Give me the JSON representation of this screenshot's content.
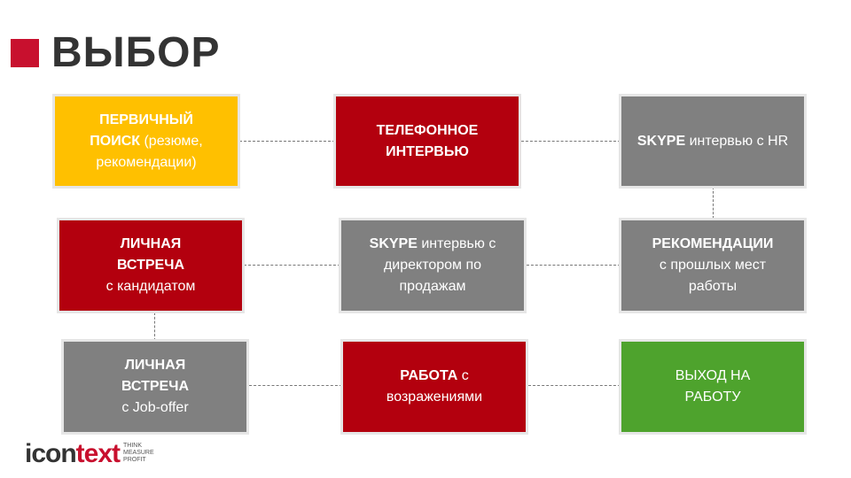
{
  "title": "ВЫБОР",
  "colors": {
    "accent": "#c8102e",
    "yellow": "#ffc000",
    "red": "#b3000e",
    "gray": "#808080",
    "green": "#4ea32d",
    "title_text": "#333333",
    "logo_dark": "#333333"
  },
  "boxes": [
    {
      "id": "primary-search",
      "bold": "ПЕРВИЧНЫЙ\nПОИСК",
      "rest": " (резюме,\nрекомендации)",
      "color": "yellow"
    },
    {
      "id": "phone-interview",
      "bold": "ТЕЛЕФОННОЕ\nИНТЕРВЬЮ",
      "rest": "",
      "color": "red"
    },
    {
      "id": "skype-hr",
      "bold": "SKYPE",
      "rest": " интервью с HR",
      "color": "gray"
    },
    {
      "id": "personal-meeting-candidate",
      "bold": "ЛИЧНАЯ\nВСТРЕЧА",
      "rest": "\nс кандидатом",
      "color": "red"
    },
    {
      "id": "skype-sales-director",
      "bold": "SKYPE",
      "rest": " интервью с\nдиректором по\nпродажам",
      "color": "gray"
    },
    {
      "id": "references",
      "bold": "РЕКОМЕНДАЦИИ",
      "rest": "\nс прошлых мест\nработы",
      "color": "gray"
    },
    {
      "id": "personal-meeting-offer",
      "bold": "ЛИЧНАЯ\nВСТРЕЧА",
      "rest": "\nс Job-offer",
      "color": "gray"
    },
    {
      "id": "objections",
      "bold": "РАБОТА",
      "rest": " с\nвозражениями",
      "color": "red"
    },
    {
      "id": "start-work",
      "bold": "",
      "rest": "ВЫХОД НА\nРАБОТУ",
      "color": "green"
    }
  ],
  "logo": {
    "word_dark": "icon",
    "word_red": "text",
    "tagline": "THINK\nMEASURE\nPROFIT"
  }
}
